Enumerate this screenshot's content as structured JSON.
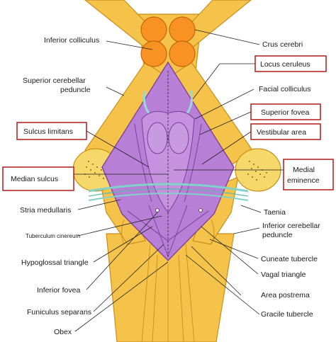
{
  "labels": {
    "inferior_colliculus": "Inferior colliculus",
    "crus_cerebri": "Crus cerebri",
    "locus_ceruleus": "Locus ceruleus",
    "superior_cerebellar_peduncle_1": "Superior cerebellar",
    "superior_cerebellar_peduncle_2": "peduncle",
    "facial_colliculus": "Facial colliculus",
    "superior_fovea": "Superior fovea",
    "sulcus_limitans": "Sulcus limitans",
    "vestibular_area": "Vestibular area",
    "median_sulcus": "Median sulcus",
    "medial_eminence_1": "Medial",
    "medial_eminence_2": "eminence",
    "stria_medullaris": "Stria medullaris",
    "taenia": "Taenia",
    "tuberculum_cinereum": "Tuberculum cinereum",
    "inferior_cerebellar_peduncle_1": "Inferior cerebellar",
    "inferior_cerebellar_peduncle_2": "peduncle",
    "hypoglossal_triangle": "Hypoglossal triangle",
    "cuneate_tubercle": "Cuneate tubercle",
    "vagal_triangle": "Vagal triangle",
    "inferior_fovea": "Inferior fovea",
    "area_postrema": "Area postrema",
    "funiculus_separans": "Funiculus separans",
    "gracile_tubercle": "Gracile tubercle",
    "obex": "Obex"
  },
  "colors": {
    "brainstem_fill": "#f6c34a",
    "brainstem_edge": "#c98f1e",
    "fossa_fill": "#b77fd6",
    "fossa_edge": "#7b3d9a",
    "colliculus_fill": "#f79223",
    "colliculus_edge": "#c8650c",
    "stria_teal": "#7fd3c8",
    "highlight_box": "#b01c1c"
  }
}
